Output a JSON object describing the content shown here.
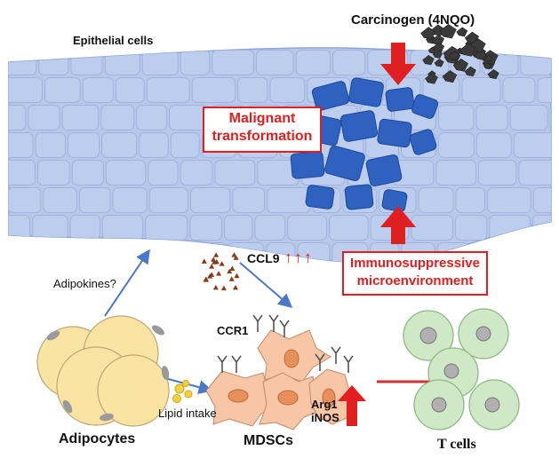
{
  "labels": {
    "epithelial": "Epithelial cells",
    "carcinogen": "Carcinogen (4NQO)",
    "malignant_line1": "Malignant",
    "malignant_line2": "transformation",
    "immuno_line1": "Immunosuppressive",
    "immuno_line2": "microenvironment",
    "ccl9": "CCL9",
    "ccl9_arrows": "↑↑↑",
    "adipokines": "Adipokines?",
    "ccr1": "CCR1",
    "lipid_intake": "Lipid intake",
    "adipocytes": "Adipocytes",
    "mdscs": "MDSCs",
    "arg1": "Arg1",
    "inos": "iNOS",
    "tcells": "T cells"
  },
  "colors": {
    "epithelium": "#b7c8ea",
    "epithelium_edge": "#8fa6d6",
    "transformed": "#2f62c0",
    "carcinogen_particles": "#3a3a3a",
    "red_arrow": "#e02020",
    "blue_arrow": "#4a78c8",
    "adipocyte": "#fbe3a3",
    "mdsc": "#f6c6a6",
    "mdsc_nucleus": "#e98f5a",
    "tcell": "#cfe8c6",
    "tcell_nucleus": "#b0b0b0",
    "ccl9_dots": "#8a3a16"
  }
}
